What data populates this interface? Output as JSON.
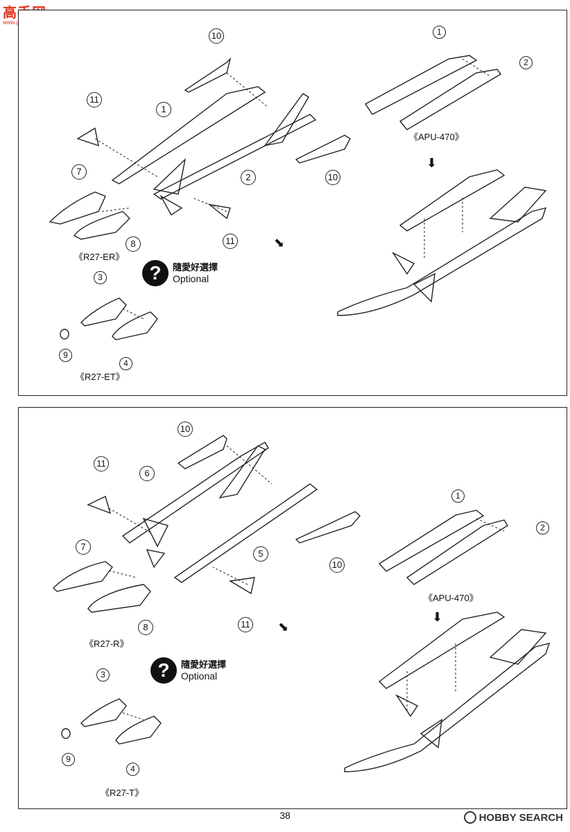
{
  "watermarks": {
    "top": {
      "main": "高手网",
      "sub": "www.gaoshou.com"
    },
    "bottom": "HOBBY SEARCH"
  },
  "page_number": "38",
  "optional_label": {
    "zh": "隨愛好選擇",
    "en": "Optional"
  },
  "top_panel": {
    "labels": {
      "r27er": "《R27-ER》",
      "r27et": "《R27-ET》",
      "apu": "《APU-470》"
    },
    "callouts": [
      "10",
      "11",
      "1",
      "2",
      "10",
      "7",
      "8",
      "11",
      "3",
      "9",
      "4",
      "1",
      "2"
    ]
  },
  "bottom_panel": {
    "labels": {
      "r27r": "《R27-R》",
      "r27t": "《R27-T》",
      "apu": "《APU-470》"
    },
    "callouts": [
      "10",
      "11",
      "6",
      "5",
      "10",
      "7",
      "8",
      "11",
      "3",
      "9",
      "4",
      "1",
      "2"
    ]
  }
}
